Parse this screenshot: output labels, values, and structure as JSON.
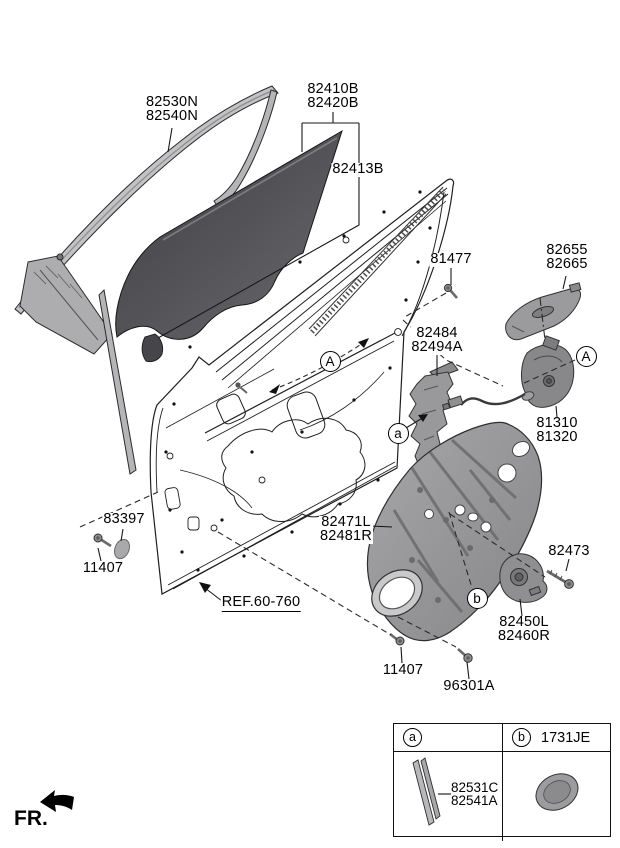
{
  "labels": {
    "glass_run": {
      "line1": "82530N",
      "line2": "82540N"
    },
    "glass_assy": {
      "line1": "82410B",
      "line2": "82420B"
    },
    "glass_pane": {
      "line1": "82413B"
    },
    "bolt_81477": {
      "line1": "81477"
    },
    "handle_base": {
      "line1": "82655",
      "line2": "82665"
    },
    "impact_bracket": {
      "line1": "82484",
      "line2": "82494A"
    },
    "door_latch": {
      "line1": "81310",
      "line2": "81320"
    },
    "grommet_83397": {
      "line1": "83397"
    },
    "bolt_11407_front": {
      "line1": "11407"
    },
    "door_ref": {
      "line1": "REF.60-760"
    },
    "module_panel": {
      "line1": "82471L",
      "line2": "82481R"
    },
    "bolt_82473": {
      "line1": "82473"
    },
    "regulator_motor": {
      "line1": "82450L",
      "line2": "82460R"
    },
    "bolt_11407_bottom": {
      "line1": "11407"
    },
    "bolt_96301A": {
      "line1": "96301A"
    }
  },
  "callouts": {
    "A": "A",
    "a": "a",
    "b": "b"
  },
  "legend": {
    "header_a": "a",
    "header_b": "b",
    "header_b_code": "1731JE",
    "cell_a_part": {
      "line1": "82531C",
      "line2": "82541A"
    }
  },
  "direction": {
    "fr": "FR."
  },
  "colors": {
    "line": "#1f1f1f",
    "glass_dark": "#3e3e42",
    "glass_light": "#68686c",
    "panel_gray": "#9b9b9d",
    "strip_gray": "#c2c2c4"
  }
}
